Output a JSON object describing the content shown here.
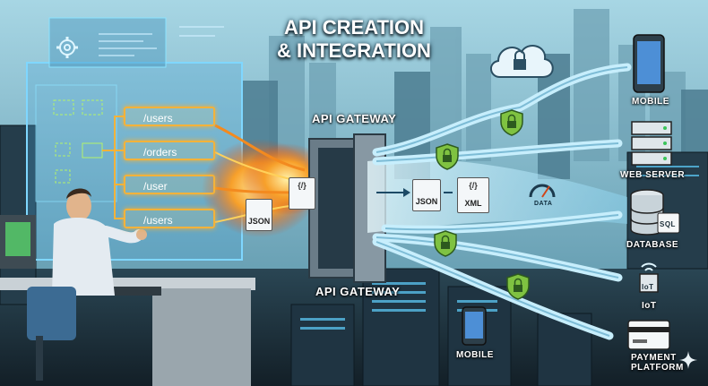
{
  "title_line1": "API CREATION",
  "title_line2": "& INTEGRATION",
  "gateway_label_top": "API GATEWAY",
  "gateway_label_bottom": "API GATEWAY",
  "routes": [
    "/users",
    "/orders",
    "/user",
    "/users"
  ],
  "docs": {
    "json_left": "JSON",
    "code_left": "{/}",
    "json_mid": "JSON",
    "xml_mid": "XML",
    "xml_code": "{/}"
  },
  "gauge_label": "DATA",
  "endpoints": {
    "mobile_top": "MOBILE",
    "web_server": "WEB SERVER",
    "database": "DATABASE",
    "sql": "SQL",
    "iot": "IoT",
    "payment_line1": "PAYMENT",
    "payment_line2": "PLATFORM",
    "mobile_bottom": "MOBILE"
  },
  "icons": [
    "gear-icon",
    "cloud-lock-icon",
    "shield-lock-icon",
    "smartphone-icon",
    "server-rack-icon",
    "database-icon",
    "iot-chip-icon",
    "credit-card-icon",
    "speedometer-icon",
    "sparkle-icon"
  ],
  "colors": {
    "flame": "#f38a1f",
    "stream": "#bfeaff",
    "shield": "#7fc241",
    "route_border": "#f3b23a",
    "panel": "#3aa7e0"
  }
}
